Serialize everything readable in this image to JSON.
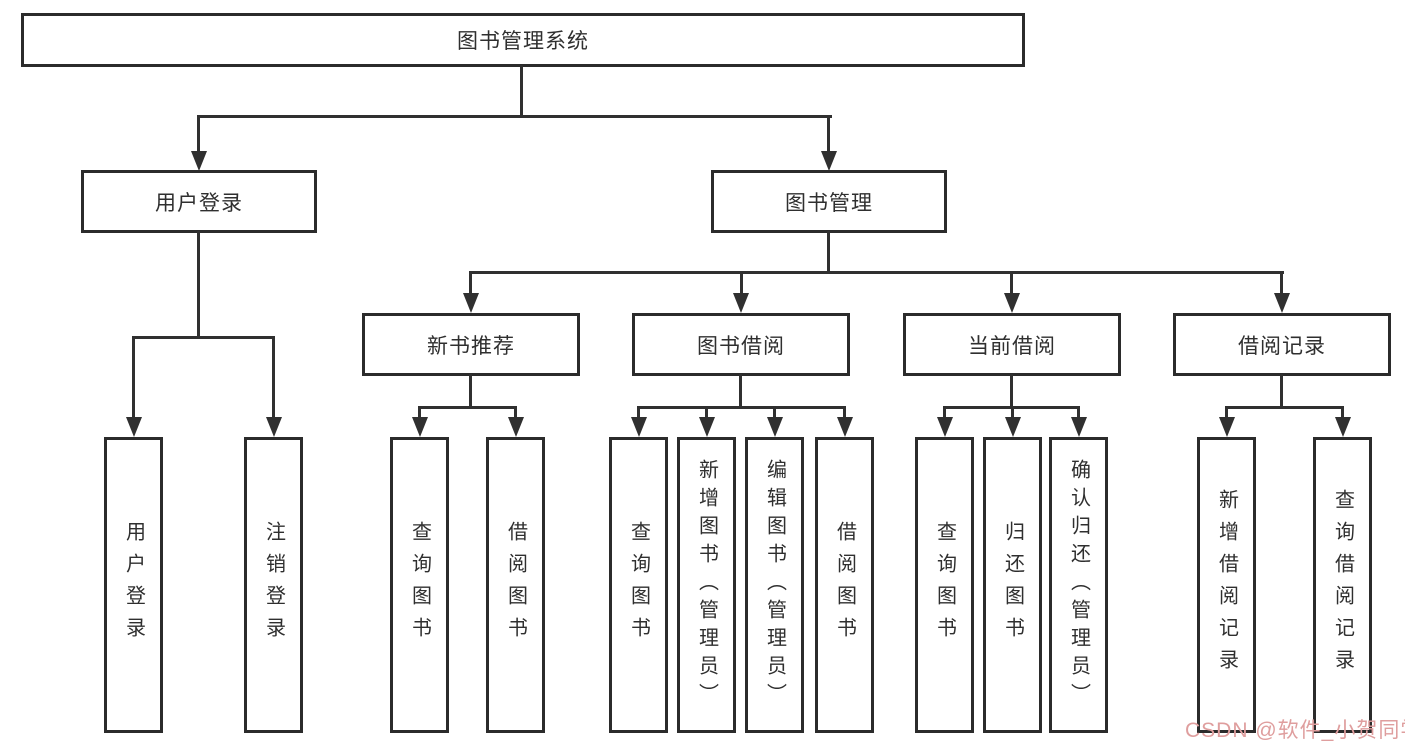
{
  "diagram": {
    "root": {
      "label": "图书管理系统"
    },
    "level2": [
      {
        "label": "用户登录"
      },
      {
        "label": "图书管理"
      }
    ],
    "level3": [
      {
        "label": "新书推荐"
      },
      {
        "label": "图书借阅"
      },
      {
        "label": "当前借阅"
      },
      {
        "label": "借阅记录"
      }
    ],
    "leaves": [
      {
        "label": "用户登录"
      },
      {
        "label": "注销登录"
      },
      {
        "label": "查询图书"
      },
      {
        "label": "借阅图书"
      },
      {
        "label": "查询图书"
      },
      {
        "label": "新增图书（管理员）"
      },
      {
        "label": "编辑图书（管理员）"
      },
      {
        "label": "借阅图书"
      },
      {
        "label": "查询图书"
      },
      {
        "label": "归还图书"
      },
      {
        "label": "确认归还（管理员）"
      },
      {
        "label": "新增借阅记录"
      },
      {
        "label": "查询借阅记录"
      }
    ]
  },
  "watermark": {
    "text": "CSDN @软件_小贺同学"
  },
  "colors": {
    "line": "#303030",
    "border": "#2b2b2b",
    "text": "#2f2f2f",
    "background": "#ffffff",
    "watermark": "#df9e9e"
  }
}
